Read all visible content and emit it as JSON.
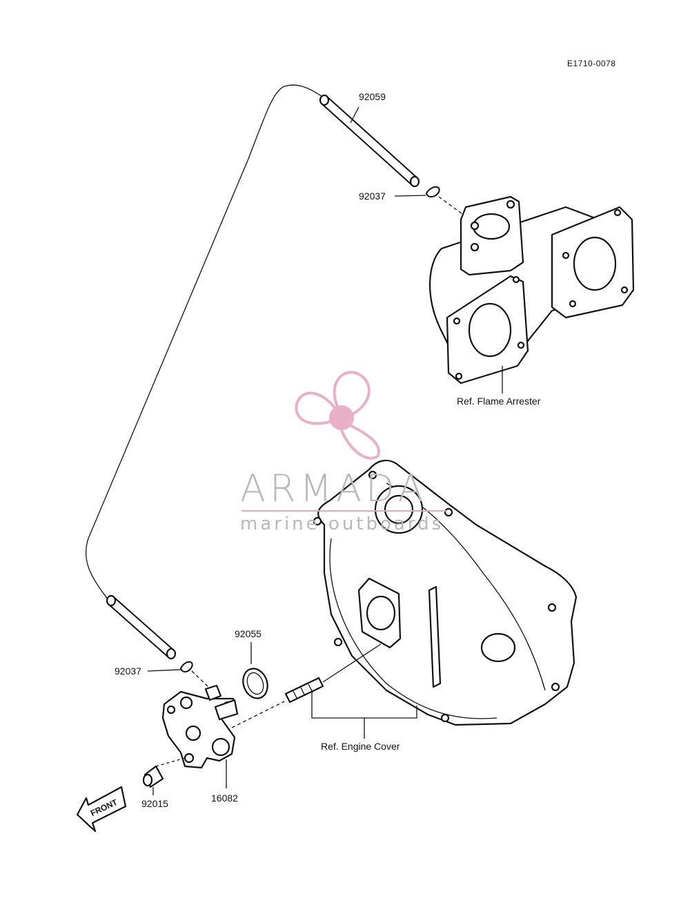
{
  "diagram_code": "E1710-0078",
  "parts": {
    "hose_upper": "92059",
    "clamp_upper": "92037",
    "oring": "92055",
    "clamp_lower": "92037",
    "plug": "92015",
    "pump": "16082"
  },
  "references": {
    "flame_arrester": "Ref. Flame Arrester",
    "engine_cover": "Ref. Engine Cover"
  },
  "front_arrow": "FRONT",
  "watermark": {
    "title": "ARMADA",
    "subtitle": "marine outboards",
    "accent_color": "#e7a8c2",
    "text_color": "#b9b9b9"
  }
}
